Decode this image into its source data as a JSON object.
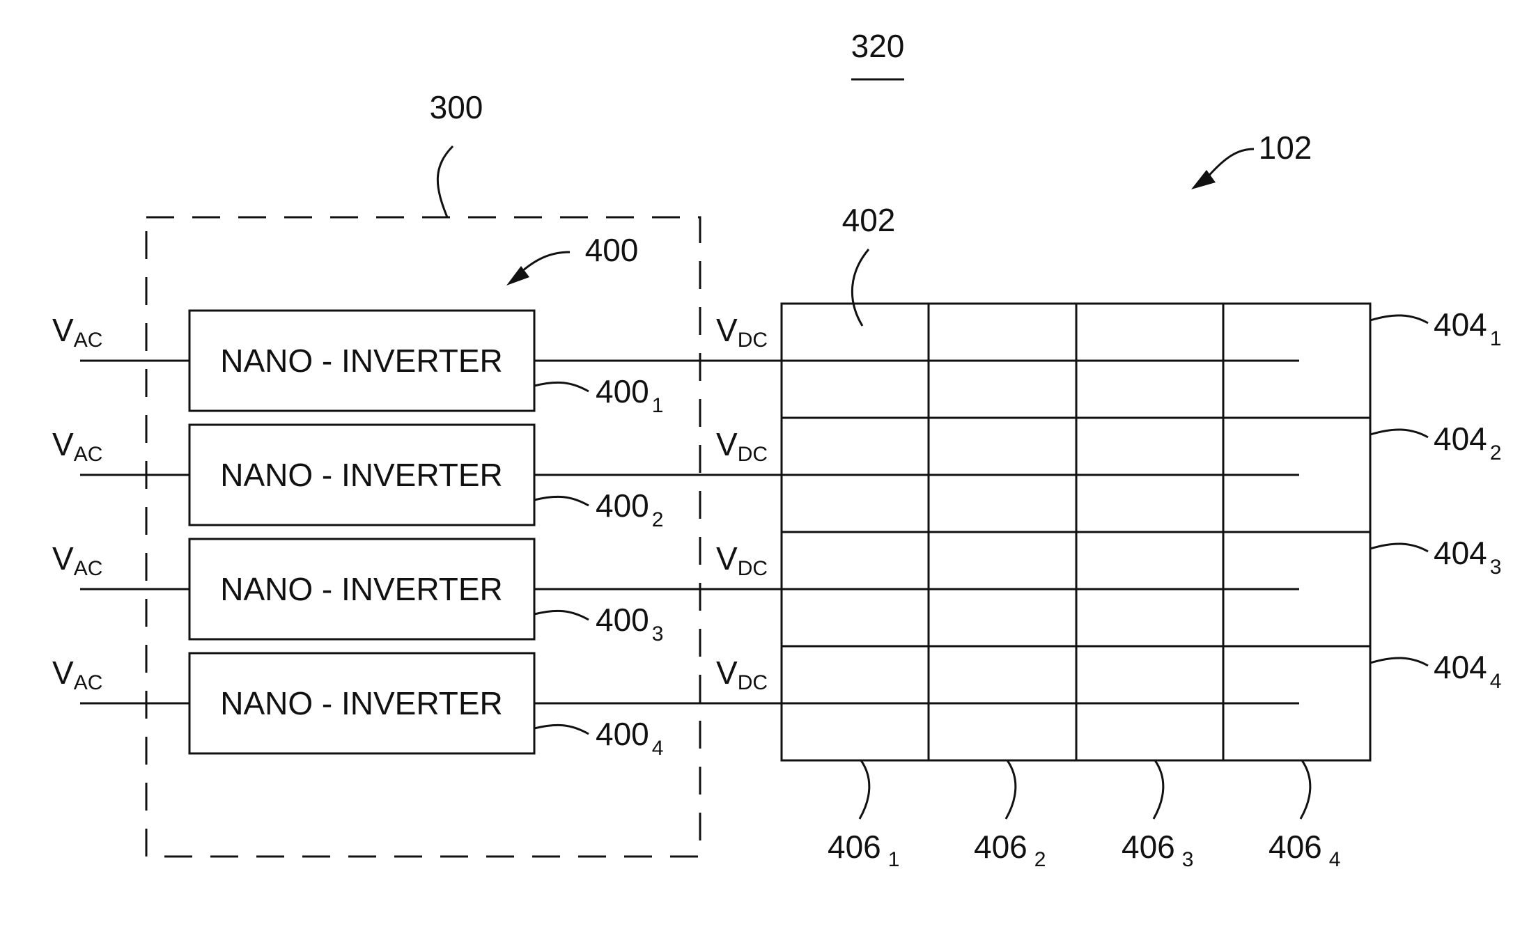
{
  "figure_number": "320",
  "module_ref": "300",
  "inverter_group_ref": "400",
  "array_ref": "102",
  "cell_ref": "402",
  "input_label": {
    "main": "V",
    "sub": "AC"
  },
  "output_label": {
    "main": "V",
    "sub": "DC"
  },
  "inverter_text": "NANO - INVERTER",
  "inverters": [
    {
      "ref": "400",
      "sub": "1"
    },
    {
      "ref": "400",
      "sub": "2"
    },
    {
      "ref": "400",
      "sub": "3"
    },
    {
      "ref": "400",
      "sub": "4"
    }
  ],
  "rows": [
    {
      "ref": "404",
      "sub": "1"
    },
    {
      "ref": "404",
      "sub": "2"
    },
    {
      "ref": "404",
      "sub": "3"
    },
    {
      "ref": "404",
      "sub": "4"
    }
  ],
  "columns": [
    {
      "ref": "406",
      "sub": "1"
    },
    {
      "ref": "406",
      "sub": "2"
    },
    {
      "ref": "406",
      "sub": "3"
    },
    {
      "ref": "406",
      "sub": "4"
    }
  ]
}
